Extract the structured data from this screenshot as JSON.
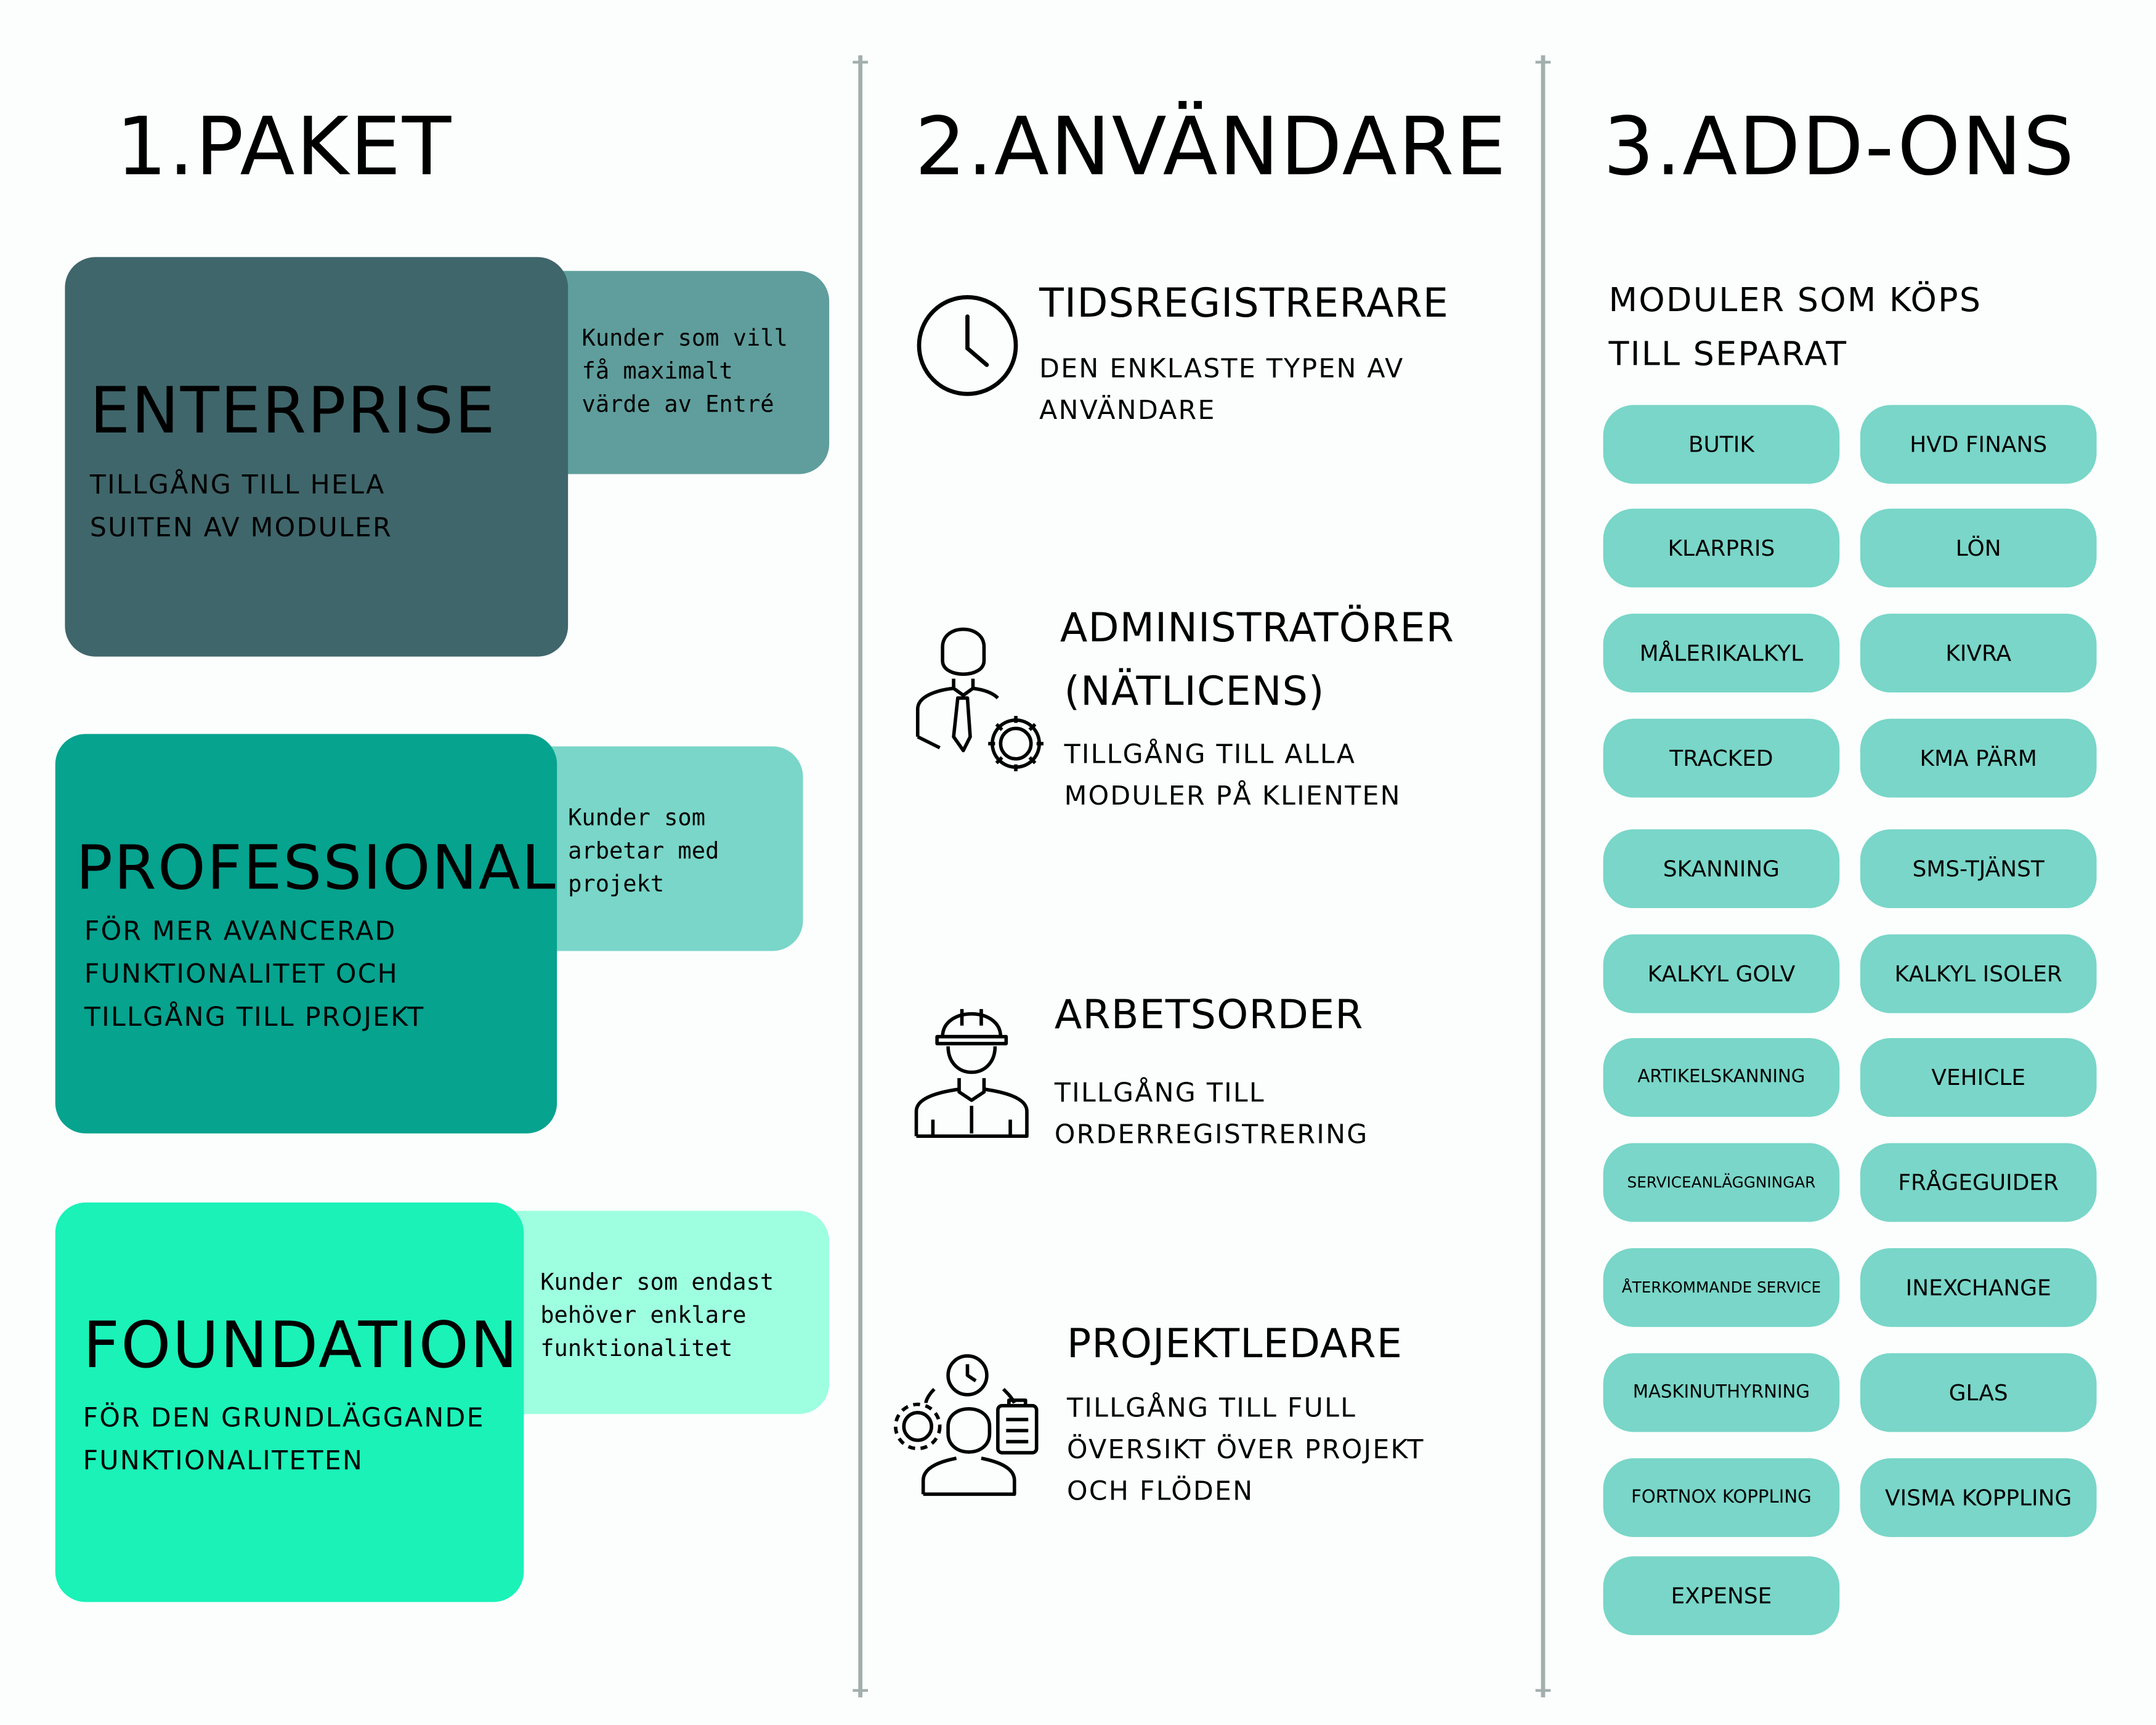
{
  "colors": {
    "enterprise": "#3f666b",
    "enterprise_side": "#5f9e9c",
    "professional": "#06a38f",
    "professional_side": "#79d6c8",
    "foundation": "#1af2b8",
    "foundation_side": "#9effe0",
    "pill": "#79d6c8",
    "divider": "#a3afad"
  },
  "sections": {
    "paket": "1.PAKET",
    "anvandare": "2.ANVÄNDARE",
    "addons": "3.ADD-ONS"
  },
  "packages": [
    {
      "name": "ENTERPRISE",
      "desc1": "TILLGÅNG TILL HELA",
      "desc2": "SUITEN AV MODULER",
      "desc3": "",
      "side1": "Kunder som vill",
      "side2": "få maximalt",
      "side3": "värde av Entré"
    },
    {
      "name": "PROFESSIONAL",
      "desc1": "FÖR MER AVANCERAD",
      "desc2": "FUNKTIONALITET OCH",
      "desc3": "TILLGÅNG TILL PROJEKT",
      "side1": "Kunder som",
      "side2": "arbetar med",
      "side3": "projekt"
    },
    {
      "name": "FOUNDATION",
      "desc1": "FÖR DEN GRUNDLÄGGANDE",
      "desc2": "FUNKTIONALITETEN",
      "desc3": "",
      "side1": "Kunder som endast",
      "side2": "behöver enklare",
      "side3": "funktionalitet"
    }
  ],
  "users": [
    {
      "icon": "clock-icon",
      "title1": "TIDSREGISTRERARE",
      "title2": "",
      "desc1": "DEN ENKLASTE TYPEN AV",
      "desc2": "ANVÄNDARE",
      "desc3": ""
    },
    {
      "icon": "admin-gear-icon",
      "title1": "ADMINISTRATÖRER",
      "title2": "(NÄTLICENS)",
      "desc1": "TILLGÅNG TILL ALLA",
      "desc2": "MODULER PÅ KLIENTEN",
      "desc3": ""
    },
    {
      "icon": "worker-helmet-icon",
      "title1": "ARBETSORDER",
      "title2": "",
      "desc1": "TILLGÅNG TILL",
      "desc2": "ORDERREGISTRERING",
      "desc3": ""
    },
    {
      "icon": "project-manager-icon",
      "title1": "PROJEKTLEDARE",
      "title2": "",
      "desc1": "TILLGÅNG TILL FULL",
      "desc2": "ÖVERSIKT ÖVER PROJEKT",
      "desc3": "OCH FLÖDEN"
    }
  ],
  "addons": {
    "intro1": "MODULER SOM KÖPS",
    "intro2": "TILL SEPARAT",
    "modules": [
      "BUTIK",
      "HVD FINANS",
      "KLARPRIS",
      "LÖN",
      "MÅLERIKALKYL",
      "KIVRA",
      "TRACKED",
      "KMA PÄRM",
      "SKANNING",
      "SMS-TJÄNST",
      "KALKYL GOLV",
      "KALKYL ISOLER",
      "ARTIKELSKANNING",
      "VEHICLE",
      "SERVICEANLÄGGNINGAR",
      "FRÅGEGUIDER",
      "ÅTERKOMMANDE SERVICE",
      "INEXCHANGE",
      "MASKINUTHYRNING",
      "GLAS",
      "FORTNOX KOPPLING",
      "VISMA KOPPLING",
      "EXPENSE"
    ]
  }
}
